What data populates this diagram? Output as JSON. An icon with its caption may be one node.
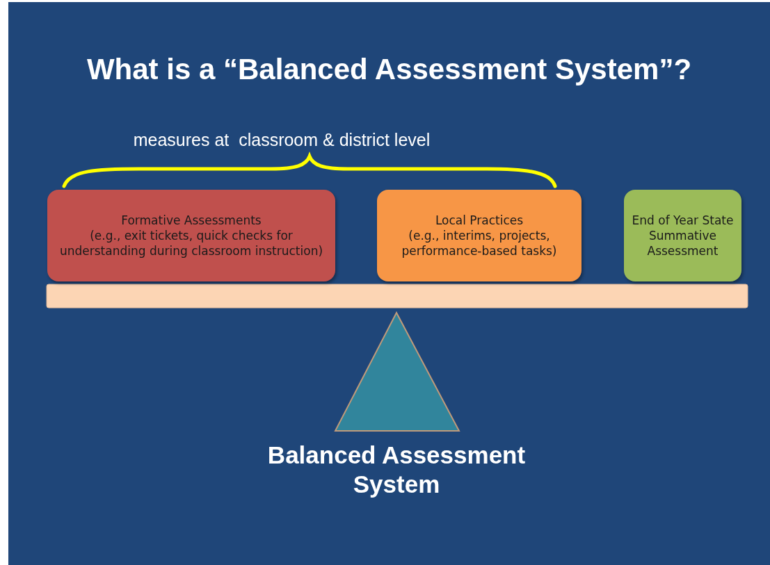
{
  "diagram": {
    "title": "What is a “Balanced Assessment System”?",
    "nodes": [
      {
        "text": [
          "Formative Assessments",
          "(e.g., exit tickets, quick checks for understanding during classroom instruction)"
        ]
      },
      {
        "text": [
          "Local Practices",
          "(e.g., interims, projects, performance-based tasks)"
        ]
      },
      {
        "text": [
          "End of Year State Summative Assessment"
        ]
      }
    ],
    "labels": [
      "measures at  classroom & district level",
      "Balanced Assessment System"
    ]
  }
}
